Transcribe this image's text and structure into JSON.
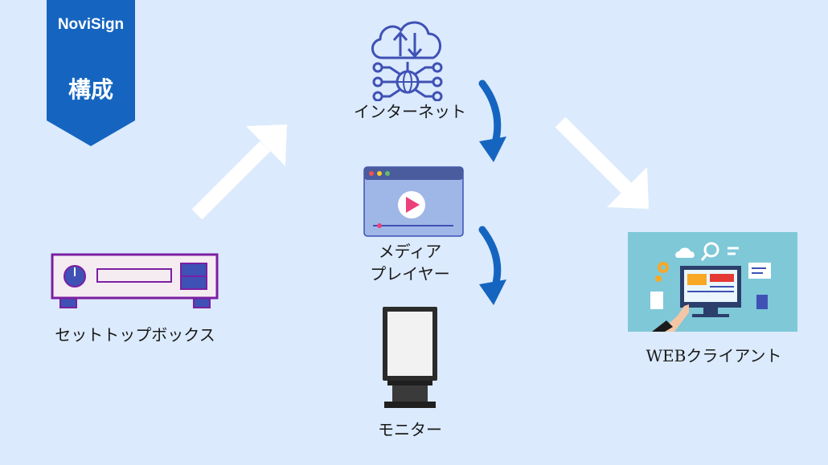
{
  "banner": {
    "brand": "NoviSign",
    "title": "構成"
  },
  "nodes": {
    "set_top_box": "セットトップボックス",
    "internet": "インターネット",
    "media_player_line1": "メディア",
    "media_player_line2": "プレイヤー",
    "monitor": "モニター",
    "web_client": "WEBクライアント"
  },
  "colors": {
    "background": "#dbeafc",
    "banner": "#1565c0",
    "curved_arrow": "#1565c0",
    "straight_arrow": "#ffffff"
  }
}
